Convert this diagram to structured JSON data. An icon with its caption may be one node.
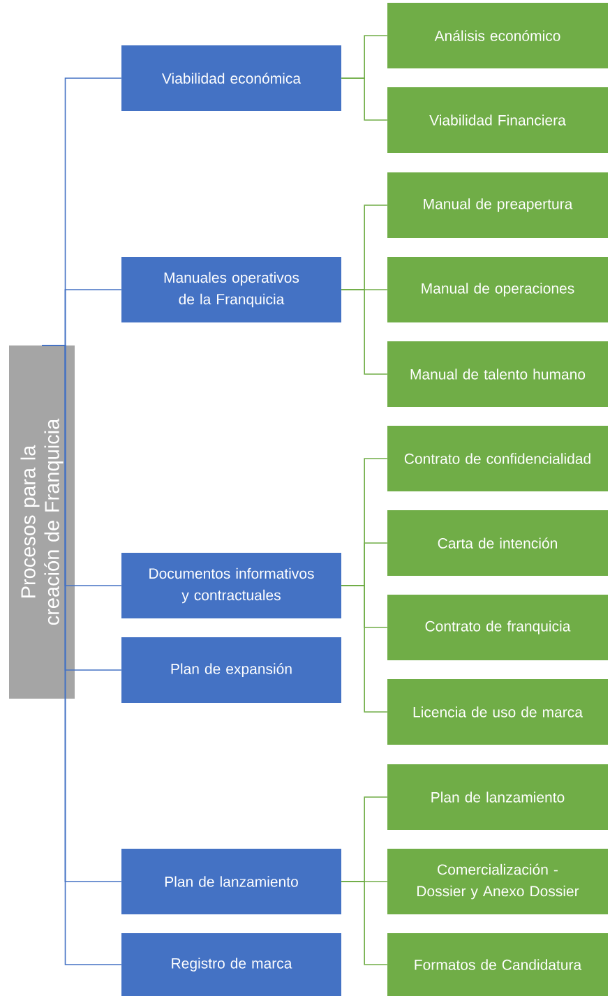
{
  "diagram": {
    "nodes": [
      {
        "text": [
          "Procesos para la creación de Franquicia"
        ]
      },
      {
        "text": [
          "Viabilidad económica"
        ]
      },
      {
        "text": [
          "Manuales operativos de la Franquicia"
        ]
      },
      {
        "text": [
          "Documentos informativos y contractuales"
        ]
      },
      {
        "text": [
          "Plan de expansión"
        ]
      },
      {
        "text": [
          "Plan de lanzamiento"
        ]
      },
      {
        "text": [
          "Registro de marca"
        ]
      },
      {
        "text": [
          "Análisis económico"
        ]
      },
      {
        "text": [
          "Viabilidad Financiera"
        ]
      },
      {
        "text": [
          "Manual de preapertura"
        ]
      },
      {
        "text": [
          "Manual de operaciones"
        ]
      },
      {
        "text": [
          "Manual de talento humano"
        ]
      },
      {
        "text": [
          "Contrato de confidencialidad"
        ]
      },
      {
        "text": [
          "Carta de intención"
        ]
      },
      {
        "text": [
          "Contrato de franquicia"
        ]
      },
      {
        "text": [
          "Licencia de uso de marca"
        ]
      },
      {
        "text": [
          "Plan de lanzamiento"
        ]
      },
      {
        "text": [
          "Comercialización - Dossier y Anexo Dossier"
        ]
      },
      {
        "text": [
          "Formatos de Candidatura"
        ]
      }
    ],
    "edges": [
      {
        "from": 0,
        "to": 1,
        "arrow": "none",
        "color": "#4472c4"
      },
      {
        "from": 0,
        "to": 2,
        "arrow": "none",
        "color": "#4472c4"
      },
      {
        "from": 0,
        "to": 3,
        "arrow": "none",
        "color": "#4472c4"
      },
      {
        "from": 0,
        "to": 4,
        "arrow": "none",
        "color": "#4472c4"
      },
      {
        "from": 0,
        "to": 5,
        "arrow": "none",
        "color": "#4472c4"
      },
      {
        "from": 0,
        "to": 6,
        "arrow": "none",
        "color": "#4472c4"
      },
      {
        "from": 1,
        "to": 7,
        "arrow": "none"
      },
      {
        "from": 1,
        "to": 8,
        "arrow": "none"
      },
      {
        "from": 2,
        "to": 9,
        "arrow": "none"
      },
      {
        "from": 2,
        "to": 10,
        "arrow": "none"
      },
      {
        "from": 2,
        "to": 11,
        "arrow": "none"
      },
      {
        "from": 3,
        "to": 12,
        "arrow": "none"
      },
      {
        "from": 3,
        "to": 13,
        "arrow": "none"
      },
      {
        "from": 3,
        "to": 14,
        "arrow": "none"
      },
      {
        "from": 3,
        "to": 15,
        "arrow": "none"
      },
      {
        "from": 5,
        "to": 16,
        "arrow": "none"
      },
      {
        "from": 5,
        "to": 17,
        "arrow": "none"
      },
      {
        "from": 5,
        "to": 18,
        "arrow": "none"
      }
    ]
  }
}
